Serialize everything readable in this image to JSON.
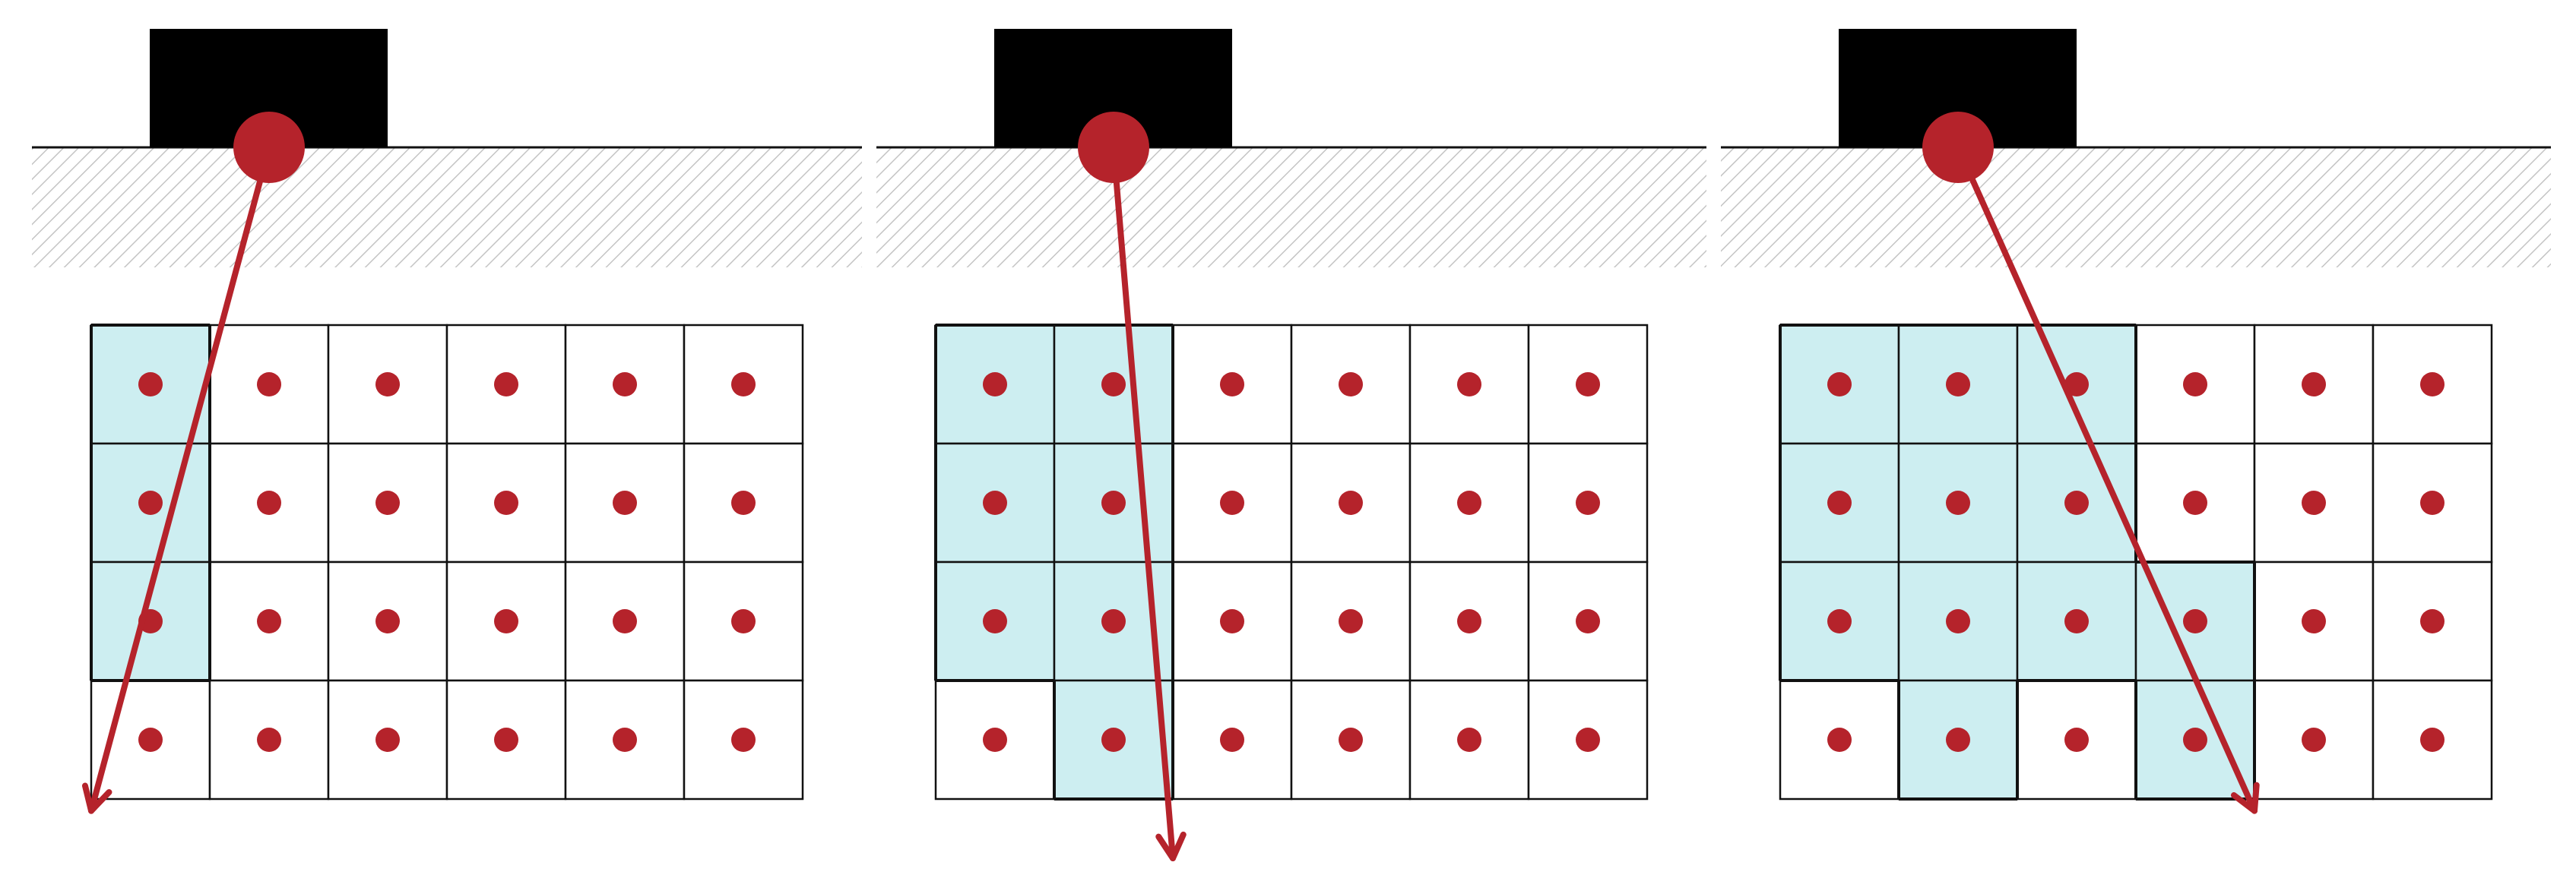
{
  "diagram": {
    "colors": {
      "ground_line": "#111111",
      "ground_hatch": "#bdbdbd",
      "block": "#000000",
      "source": "#b5232b",
      "ray": "#b5232b",
      "grid_line": "#111111",
      "cell_highlight": "#cdeef1",
      "cell_dot": "#b5232b"
    },
    "grid": {
      "rows": 4,
      "cols": 6
    },
    "panels": [
      {
        "name": "panel-left",
        "ray_exit_col": -0.5,
        "ray_exit_row": 4.1,
        "highlighted_cells": [
          [
            0,
            0
          ],
          [
            1,
            0
          ],
          [
            2,
            0
          ]
        ]
      },
      {
        "name": "panel-middle",
        "ray_exit_col": 1.5,
        "ray_exit_row": 4.5,
        "highlighted_cells": [
          [
            0,
            0
          ],
          [
            1,
            0
          ],
          [
            2,
            0
          ],
          [
            0,
            1
          ],
          [
            1,
            1
          ],
          [
            2,
            1
          ],
          [
            3,
            1
          ]
        ]
      },
      {
        "name": "panel-right",
        "ray_exit_col": 3.5,
        "ray_exit_row": 4.1,
        "highlighted_cells": [
          [
            0,
            0
          ],
          [
            1,
            0
          ],
          [
            2,
            0
          ],
          [
            0,
            1
          ],
          [
            1,
            1
          ],
          [
            2,
            1
          ],
          [
            3,
            1
          ],
          [
            0,
            2
          ],
          [
            1,
            2
          ],
          [
            2,
            2
          ],
          [
            2,
            3
          ],
          [
            3,
            3
          ]
        ]
      }
    ],
    "icons": {
      "source": "source-point-icon",
      "ray_arrow": "arrowhead-icon"
    }
  }
}
